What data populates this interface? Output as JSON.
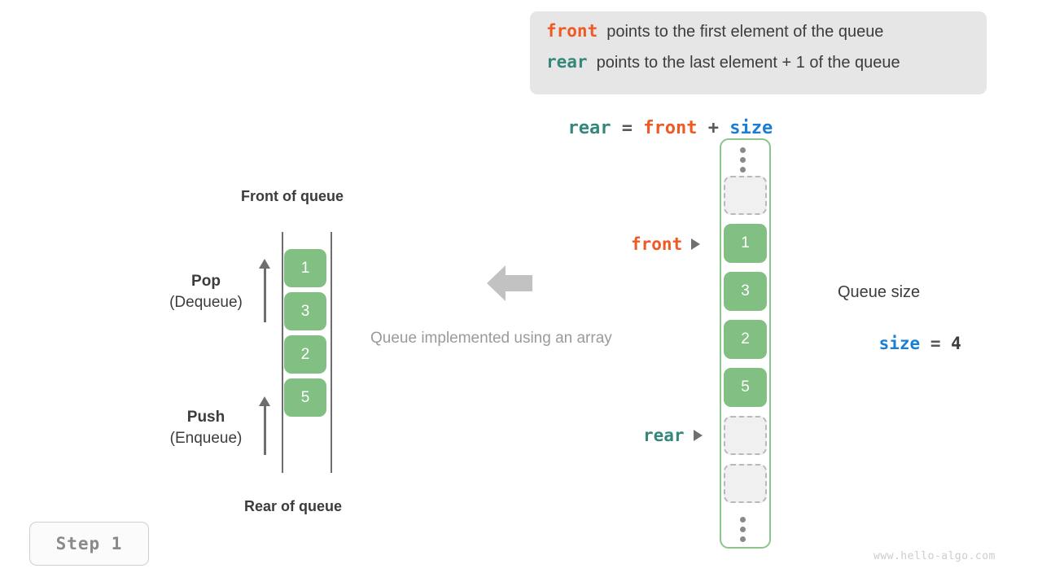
{
  "legend": {
    "lines": [
      {
        "keyword": "front",
        "keyword_color": "#ef5a24",
        "text": "points to the first element of the queue"
      },
      {
        "keyword": "rear",
        "keyword_color": "#35877c",
        "text": "points to the last element + 1 of the queue"
      }
    ],
    "background": "#e6e6e6"
  },
  "formula": {
    "lhs": "rear",
    "eq": "=",
    "rhs1": "front",
    "plus": "+",
    "rhs2": "size",
    "full": "rear = front + size"
  },
  "left_panel": {
    "top_label": "Front of queue",
    "bottom_label": "Rear of queue",
    "pop": {
      "title": "Pop",
      "subtitle": "(Dequeue)"
    },
    "push": {
      "title": "Push",
      "subtitle": "(Enqueue)"
    },
    "cells": [
      "1",
      "3",
      "2",
      "5"
    ]
  },
  "center": {
    "caption": "Queue implemented using an array",
    "arrow_direction": "left",
    "arrow_color": "#c2c2c2"
  },
  "array": {
    "cells": [
      {
        "type": "dots"
      },
      {
        "type": "empty",
        "value": ""
      },
      {
        "type": "filled",
        "value": "1"
      },
      {
        "type": "filled",
        "value": "3"
      },
      {
        "type": "filled",
        "value": "2"
      },
      {
        "type": "filled",
        "value": "5"
      },
      {
        "type": "empty",
        "value": ""
      },
      {
        "type": "empty",
        "value": ""
      },
      {
        "type": "dots"
      }
    ],
    "border_color": "#8cc48c",
    "filled_color": "#82bf82",
    "empty_color": "#f0f0f0"
  },
  "pointers": {
    "front": {
      "label": "front",
      "color": "#ef5a24"
    },
    "rear": {
      "label": "rear",
      "color": "#35877c"
    }
  },
  "size_info": {
    "caption": "Queue size",
    "name": "size",
    "eq": "=",
    "value": "4"
  },
  "step_badge": {
    "label": "Step 1"
  },
  "watermark": {
    "text": "www.hello-algo.com"
  }
}
